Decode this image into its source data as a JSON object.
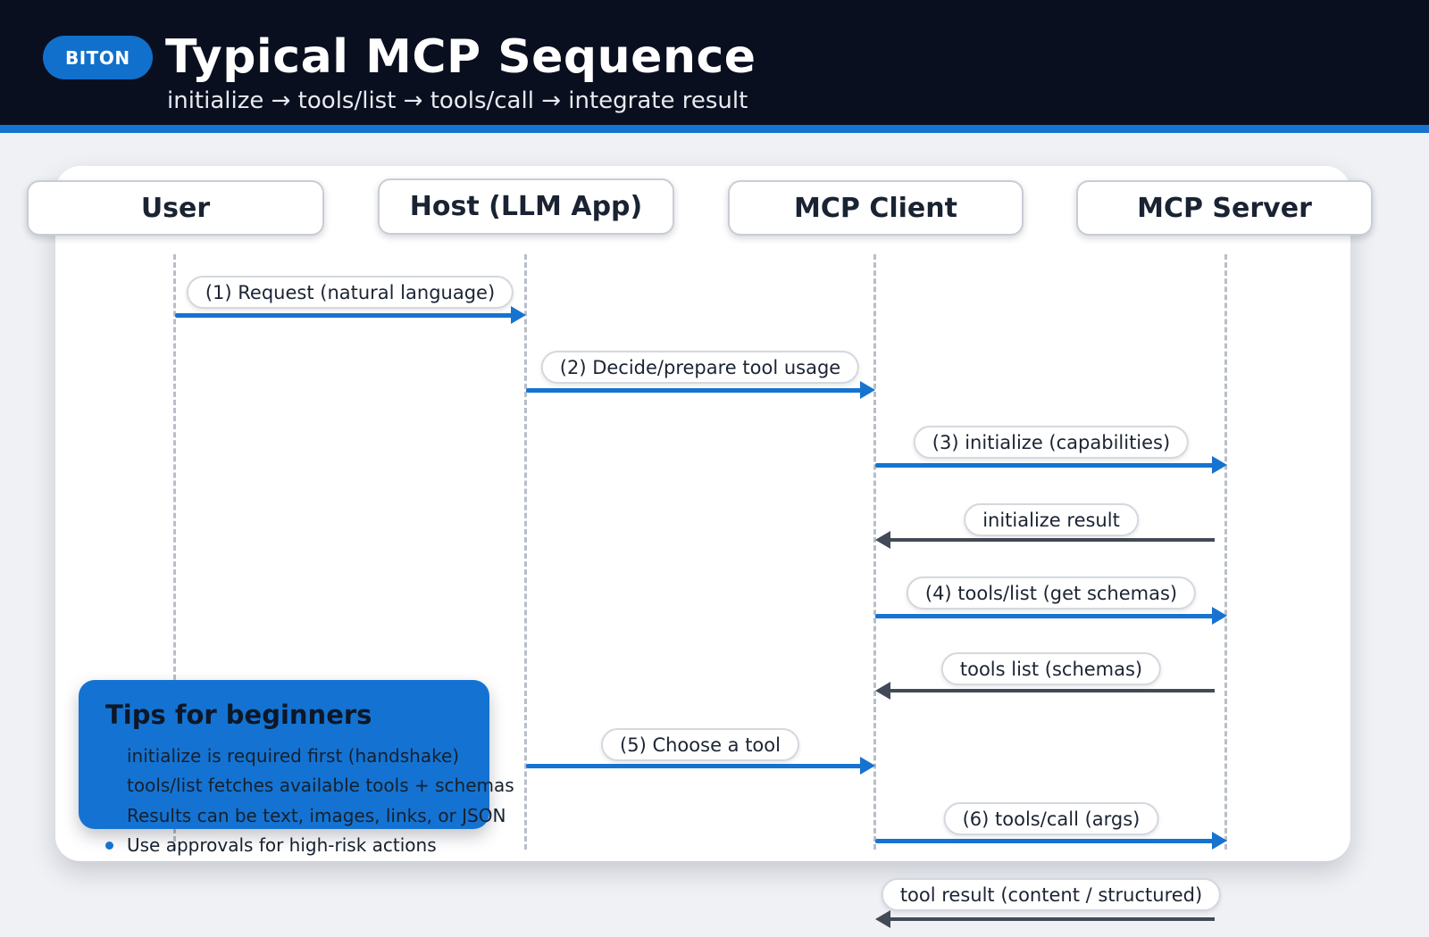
{
  "header": {
    "badge": "BITON",
    "title": "Typical MCP Sequence",
    "subtitle": "initialize → tools/list → tools/call → integrate result"
  },
  "actors": [
    {
      "label": "User"
    },
    {
      "label": "Host (LLM App)"
    },
    {
      "label": "MCP Client"
    },
    {
      "label": "MCP Server"
    }
  ],
  "messages": [
    {
      "label": "(1) Request (natural language)",
      "from": "User",
      "to": "Host (LLM App)",
      "style": "primary"
    },
    {
      "label": "(2) Decide/prepare tool usage",
      "from": "Host (LLM App)",
      "to": "MCP Client",
      "style": "primary"
    },
    {
      "label": "(3) initialize (capabilities)",
      "from": "MCP Client",
      "to": "MCP Server",
      "style": "primary"
    },
    {
      "label": "initialize result",
      "from": "MCP Server",
      "to": "MCP Client",
      "style": "return"
    },
    {
      "label": "(4) tools/list (get schemas)",
      "from": "MCP Client",
      "to": "MCP Server",
      "style": "primary"
    },
    {
      "label": "tools list (schemas)",
      "from": "MCP Server",
      "to": "MCP Client",
      "style": "return"
    },
    {
      "label": "(5) Choose a tool",
      "from": "Host (LLM App)",
      "to": "MCP Client",
      "style": "primary"
    },
    {
      "label": "(6) tools/call (args)",
      "from": "MCP Client",
      "to": "MCP Server",
      "style": "primary"
    },
    {
      "label": "tool result (content / structured)",
      "from": "MCP Server",
      "to": "MCP Client",
      "style": "return"
    }
  ],
  "tips": {
    "title": "Tips for beginners",
    "items": [
      "initialize is required first (handshake)",
      "tools/list fetches available tools + schemas",
      "Results can be text, images, links, or JSON",
      "Use approvals for high-risk actions"
    ]
  },
  "colors": {
    "header_bg": "#0a0f1f",
    "accent": "#1673d0",
    "return_arrow": "#424a57",
    "tips_bg": "#1473d2"
  }
}
